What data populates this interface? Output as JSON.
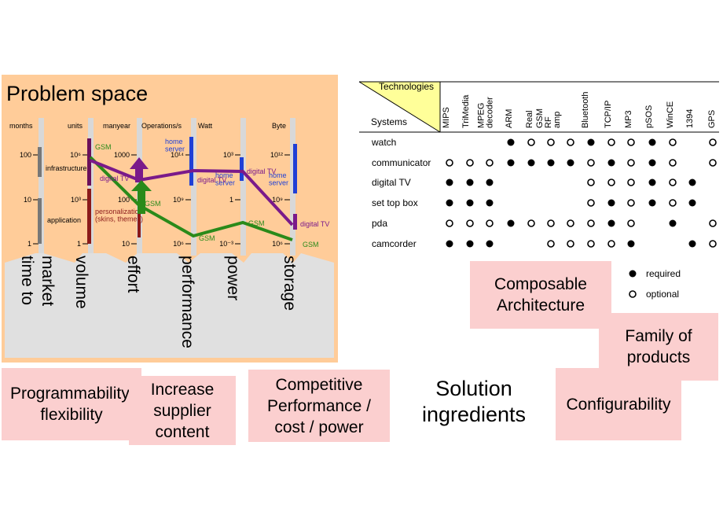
{
  "problem_space": {
    "title": "Problem space",
    "axes": [
      {
        "id": "months",
        "head": "months",
        "label": "time to\nmarket",
        "ticks": [
          "100",
          "10",
          "1"
        ],
        "bands": []
      },
      {
        "id": "units",
        "head": "units",
        "label": "volume",
        "ticks": [
          "10⁶",
          "10³",
          "1"
        ],
        "bands": [
          {
            "text": "infrastructure",
            "color": "#000000"
          },
          {
            "text": "application",
            "color": "#000000"
          }
        ]
      },
      {
        "id": "manyear",
        "head": "manyear",
        "label": "effort",
        "ticks": [
          "1000",
          "100",
          "10"
        ],
        "bands": [
          {
            "text": "personalization\n(skins, themes)",
            "color": "#8b1a1a"
          }
        ]
      },
      {
        "id": "ops",
        "head": "Operations/s",
        "label": "performance",
        "ticks": [
          "10¹⁴",
          "10⁹",
          "10⁶"
        ],
        "bands": [
          {
            "text": "home\nserver",
            "color": "#1f3fd6"
          }
        ]
      },
      {
        "id": "watt",
        "head": "Watt",
        "label": "power",
        "ticks": [
          "10³",
          "1",
          "10⁻³"
        ],
        "bands": [
          {
            "text": "home\nserver",
            "color": "#1f3fd6"
          }
        ]
      },
      {
        "id": "byte",
        "head": "Byte",
        "label": "storage",
        "ticks": [
          "10¹²",
          "10⁹",
          "10⁶"
        ],
        "bands": [
          {
            "text": "home\nserver",
            "color": "#1f3fd6"
          }
        ]
      }
    ],
    "series": [
      {
        "name": "GSM",
        "color": "#2a8a1a",
        "labels": [
          "GSM",
          "GSM",
          "GSM",
          "GSM",
          "GSM"
        ]
      },
      {
        "name": "digital TV",
        "color": "#7a1a8a",
        "labels": [
          "digital TV",
          "digital TV",
          "digital TV",
          "digital TV"
        ]
      }
    ],
    "colors": {
      "panel": "#ffcc99",
      "axis": "#d8d8d8",
      "gray_base": "#e0e0e0",
      "gsm": "#2a8a1a",
      "dtv": "#7a1a8a",
      "home": "#1f3fd6",
      "maroon": "#8b1a1a"
    }
  },
  "table": {
    "corner_top": "Technologies",
    "corner_bottom": "Systems",
    "technologies": [
      "MIPS",
      "TriMedia",
      "MPEG\ndecoder",
      "ARM",
      "Real",
      "GSM\nRF\namp",
      "Bluetooth",
      "TCP/IP",
      "MP3",
      "pSOS",
      "WinCE",
      "1394",
      "GPS"
    ],
    "systems": [
      {
        "name": "watch",
        "marks": [
          "",
          "",
          "",
          "R",
          "O",
          "O",
          "O",
          "R",
          "O",
          "O",
          "R",
          "O",
          "",
          "O"
        ]
      },
      {
        "name": "communicator",
        "marks": [
          "O",
          "O",
          "O",
          "R",
          "R",
          "R",
          "R",
          "O",
          "R",
          "O",
          "R",
          "O",
          "",
          "O"
        ]
      },
      {
        "name": "digital TV",
        "marks": [
          "R",
          "R",
          "R",
          "",
          "",
          "",
          "",
          "O",
          "O",
          "O",
          "R",
          "O",
          "R",
          ""
        ]
      },
      {
        "name": "set top box",
        "marks": [
          "R",
          "R",
          "R",
          "",
          "",
          "",
          "",
          "O",
          "R",
          "O",
          "R",
          "O",
          "R",
          ""
        ]
      },
      {
        "name": "pda",
        "marks": [
          "O",
          "O",
          "O",
          "R",
          "O",
          "O",
          "O",
          "O",
          "R",
          "O",
          "",
          "R",
          "",
          "O"
        ]
      },
      {
        "name": "camcorder",
        "marks": [
          "R",
          "R",
          "R",
          "",
          "",
          "O",
          "O",
          "O",
          "O",
          "R",
          "",
          "",
          "R",
          "O"
        ]
      }
    ],
    "legend": {
      "required": "required",
      "optional": "optional"
    }
  },
  "boxes": {
    "composable": "Composable\nArchitecture",
    "family": "Family of\nproducts",
    "configurability": "Configurability",
    "programmability": "Programmability,\nflexibility",
    "supplier": "Increase\nsupplier\ncontent",
    "competitive": "Competitive\nPerformance /\ncost / power",
    "solution": "Solution\ningredients"
  }
}
